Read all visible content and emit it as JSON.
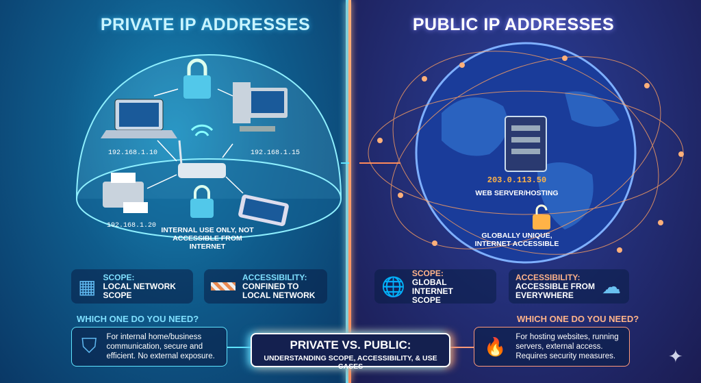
{
  "private": {
    "title": "PRIVATE IP ADDRESSES",
    "ips": [
      "192.168.1.10",
      "192.168.1.15",
      "192.168.1.20"
    ],
    "caption": [
      "INTERNAL USE ONLY, NOT",
      "ACCESSIBLE FROM INTERNET"
    ],
    "scope": {
      "heading": "SCOPE:",
      "body": [
        "LOCAL NETWORK",
        "SCOPE"
      ]
    },
    "access": {
      "heading": "ACCESSIBILITY:",
      "body": [
        "CONFINED TO",
        "LOCAL NETWORK"
      ]
    },
    "need": "WHICH ONE DO YOU NEED?",
    "use": [
      "For internal home/business",
      "communication, secure and",
      "efficient. No external exposure."
    ]
  },
  "public": {
    "title": "PUBLIC IP ADDRESSES",
    "ip": "203.0.113.50",
    "server": "WEB SERVER/HOSTING",
    "caption": [
      "GLOBALLY UNIQUE,",
      "INTERNET ACCESSIBLE"
    ],
    "scope": {
      "heading": "SCOPE:",
      "body": [
        "GLOBAL INTERNET",
        "SCOPE"
      ]
    },
    "access": {
      "heading": "ACCESSIBILITY:",
      "body": [
        "ACCESSIBLE FROM",
        "EVERYWHERE"
      ]
    },
    "need": "WHICH ONE DO YOU NEED?",
    "use": [
      "For hosting websites, running",
      "servers, external access.",
      "Requires security measures."
    ]
  },
  "center": {
    "title": "PRIVATE VS. PUBLIC:",
    "subtitle": "UNDERSTANDING SCOPE, ACCESSIBILITY, & USE CASES"
  },
  "colors": {
    "private_accent": "#5fe4ff",
    "public_accent": "#ff8a5a"
  }
}
